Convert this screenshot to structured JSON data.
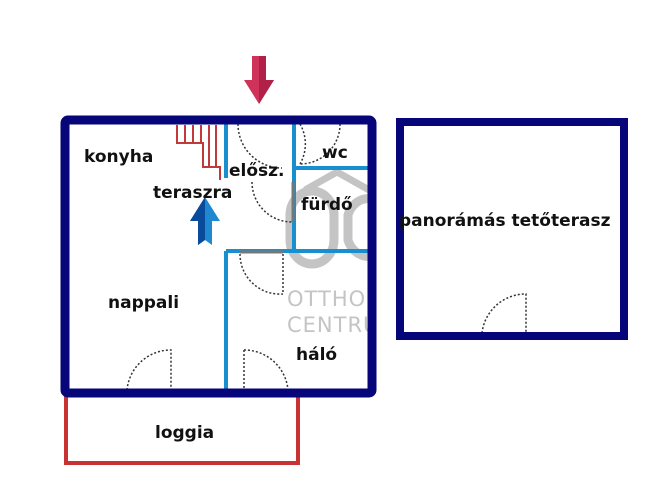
{
  "plan": {
    "rooms": {
      "konyha": "konyha",
      "teraszra": "teraszra",
      "eloszoba": "elősz.",
      "wc": "wc",
      "furdo": "fürdő",
      "nappali": "nappali",
      "halo": "háló",
      "loggia": "loggia",
      "tetoterasz": "panorámás tetőterasz"
    },
    "watermark": {
      "logo": "OC",
      "line1": "OTTHON",
      "line2": "CENTRUM"
    },
    "colors": {
      "outer_wall": "#06067a",
      "inner_wall": "#1a8fd0",
      "loggia": "#c83232",
      "stairs": "#c03a3a",
      "entrance_arrow": "#d0335a",
      "up_arrow": "#1570c0",
      "watermark": "#c4c4c4"
    }
  }
}
